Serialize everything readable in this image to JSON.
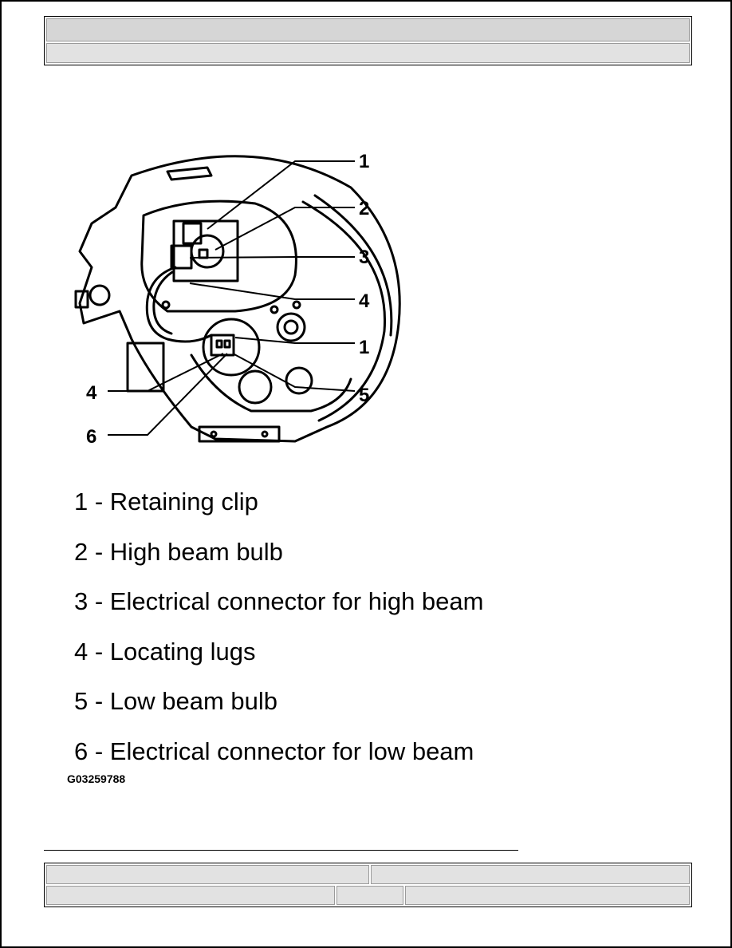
{
  "figure": {
    "callouts": {
      "c1a": "1",
      "c2": "2",
      "c3": "3",
      "c4a": "4",
      "c1b": "1",
      "c5": "5",
      "c4b": "4",
      "c6": "6"
    },
    "id": "G03259788"
  },
  "legend": [
    "1 - Retaining clip",
    "2 - High beam bulb",
    "3 - Electrical connector for high beam",
    "4 - Locating lugs",
    "5 - Low beam bulb",
    "6 - Electrical connector for low beam"
  ]
}
